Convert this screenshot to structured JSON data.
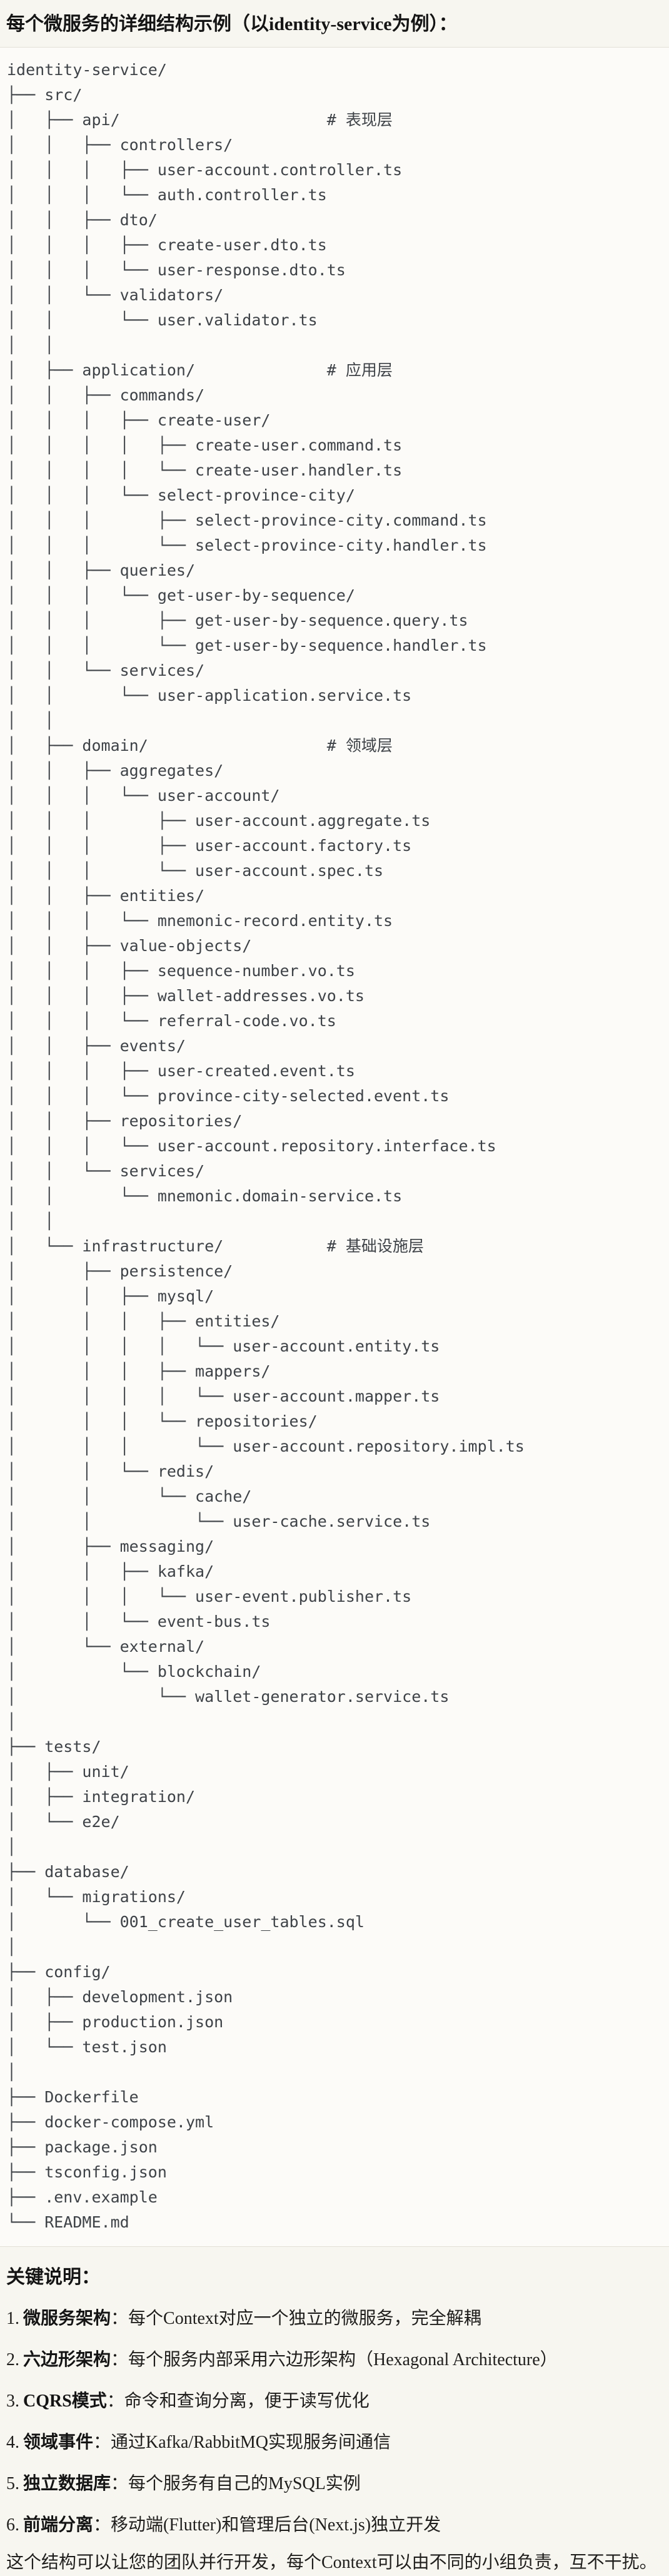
{
  "title": "每个微服务的详细结构示例（以identity-service为例）：",
  "colors": {
    "page_bg": "#f7f6f0",
    "code_bg": "#fcfbf8",
    "code_border": "#e3e0d8",
    "code_text": "#3e4247",
    "text": "#1f1e1c"
  },
  "code_block": {
    "root": "identity-service/",
    "lines": [
      "identity-service/",
      "├── src/",
      "│   ├── api/                      # 表现层",
      "│   │   ├── controllers/",
      "│   │   │   ├── user-account.controller.ts",
      "│   │   │   └── auth.controller.ts",
      "│   │   ├── dto/",
      "│   │   │   ├── create-user.dto.ts",
      "│   │   │   └── user-response.dto.ts",
      "│   │   └── validators/",
      "│   │       └── user.validator.ts",
      "│   │",
      "│   ├── application/              # 应用层",
      "│   │   ├── commands/",
      "│   │   │   ├── create-user/",
      "│   │   │   │   ├── create-user.command.ts",
      "│   │   │   │   └── create-user.handler.ts",
      "│   │   │   └── select-province-city/",
      "│   │   │       ├── select-province-city.command.ts",
      "│   │   │       └── select-province-city.handler.ts",
      "│   │   ├── queries/",
      "│   │   │   └── get-user-by-sequence/",
      "│   │   │       ├── get-user-by-sequence.query.ts",
      "│   │   │       └── get-user-by-sequence.handler.ts",
      "│   │   └── services/",
      "│   │       └── user-application.service.ts",
      "│   │",
      "│   ├── domain/                   # 领域层",
      "│   │   ├── aggregates/",
      "│   │   │   └── user-account/",
      "│   │   │       ├── user-account.aggregate.ts",
      "│   │   │       ├── user-account.factory.ts",
      "│   │   │       └── user-account.spec.ts",
      "│   │   ├── entities/",
      "│   │   │   └── mnemonic-record.entity.ts",
      "│   │   ├── value-objects/",
      "│   │   │   ├── sequence-number.vo.ts",
      "│   │   │   ├── wallet-addresses.vo.ts",
      "│   │   │   └── referral-code.vo.ts",
      "│   │   ├── events/",
      "│   │   │   ├── user-created.event.ts",
      "│   │   │   └── province-city-selected.event.ts",
      "│   │   ├── repositories/",
      "│   │   │   └── user-account.repository.interface.ts",
      "│   │   └── services/",
      "│   │       └── mnemonic.domain-service.ts",
      "│   │",
      "│   └── infrastructure/           # 基础设施层",
      "│       ├── persistence/",
      "│       │   ├── mysql/",
      "│       │   │   ├── entities/",
      "│       │   │   │   └── user-account.entity.ts",
      "│       │   │   ├── mappers/",
      "│       │   │   │   └── user-account.mapper.ts",
      "│       │   │   └── repositories/",
      "│       │   │       └── user-account.repository.impl.ts",
      "│       │   └── redis/",
      "│       │       └── cache/",
      "│       │           └── user-cache.service.ts",
      "│       ├── messaging/",
      "│       │   ├── kafka/",
      "│       │   │   └── user-event.publisher.ts",
      "│       │   └── event-bus.ts",
      "│       └── external/",
      "│           └── blockchain/",
      "│               └── wallet-generator.service.ts",
      "│",
      "├── tests/",
      "│   ├── unit/",
      "│   ├── integration/",
      "│   └── e2e/",
      "│",
      "├── database/",
      "│   └── migrations/",
      "│       └── 001_create_user_tables.sql",
      "│",
      "├── config/",
      "│   ├── development.json",
      "│   ├── production.json",
      "│   └── test.json",
      "│",
      "├── Dockerfile",
      "├── docker-compose.yml",
      "├── package.json",
      "├── tsconfig.json",
      "├── .env.example",
      "└── README.md"
    ]
  },
  "notes": {
    "heading": "关键说明：",
    "items": [
      {
        "num": "1.",
        "term": "微服务架构",
        "text": "：每个Context对应一个独立的微服务，完全解耦"
      },
      {
        "num": "2.",
        "term": "六边形架构",
        "text": "：每个服务内部采用六边形架构（Hexagonal Architecture）"
      },
      {
        "num": "3.",
        "term": "CQRS模式",
        "text": "：命令和查询分离，便于读写优化"
      },
      {
        "num": "4.",
        "term": "领域事件",
        "text": "：通过Kafka/RabbitMQ实现服务间通信"
      },
      {
        "num": "5.",
        "term": "独立数据库",
        "text": "：每个服务有自己的MySQL实例"
      },
      {
        "num": "6.",
        "term": "前端分离",
        "text": "：移动端(Flutter)和管理后台(Next.js)独立开发"
      }
    ]
  },
  "footer": "这个结构可以让您的团队并行开发，每个Context可以由不同的小组负责，互不干扰。"
}
